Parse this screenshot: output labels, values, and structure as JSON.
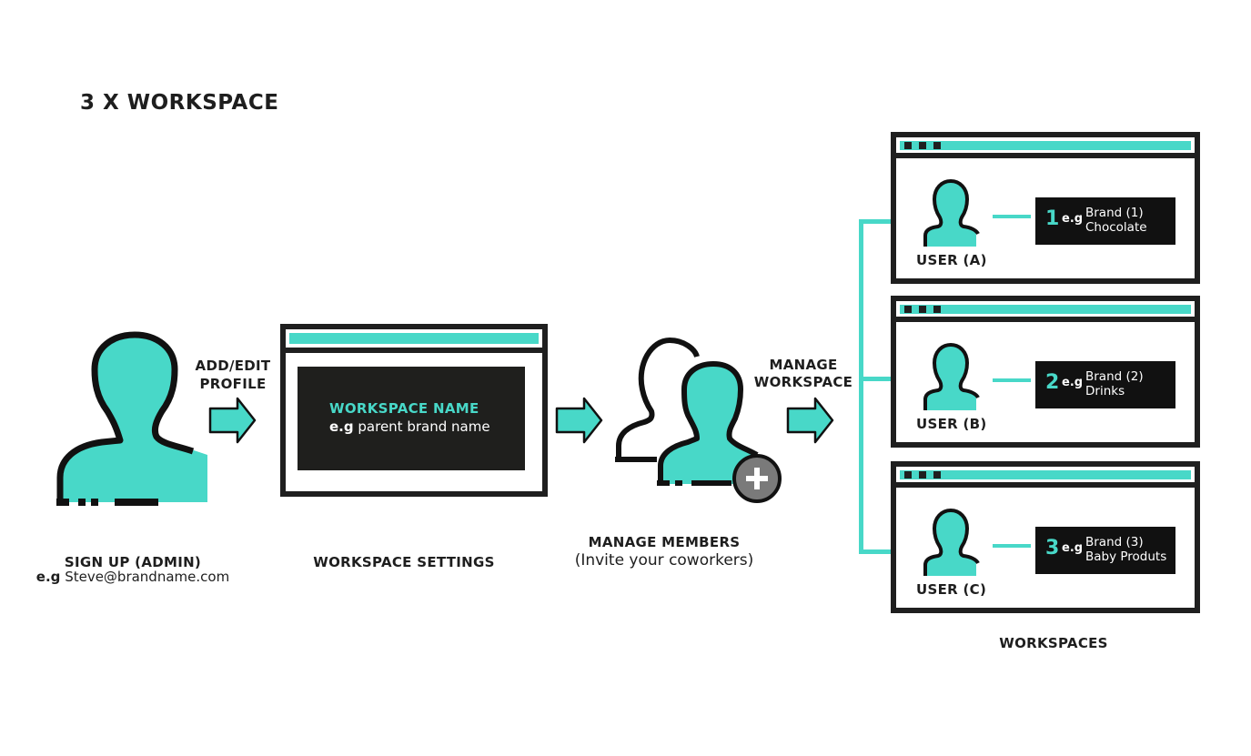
{
  "title": "3 X WORKSPACE",
  "colors": {
    "accent": "#48d8c8",
    "dark": "#1f1f1f",
    "grey_badge": "#7a7a7a"
  },
  "steps": {
    "signup": {
      "label": "SIGN UP (ADMIN)",
      "eg_prefix": "e.g",
      "eg_value": "Steve@brandname.com",
      "icon": "user-icon"
    },
    "arrow1_label": {
      "line1": "ADD/EDIT",
      "line2": "PROFILE"
    },
    "settings": {
      "label": "WORKSPACE SETTINGS",
      "name_heading": "WORKSPACE NAME",
      "eg_prefix": "e.g",
      "eg_value": "parent brand name",
      "icon": "browser-window-icon"
    },
    "members": {
      "label": "MANAGE MEMBERS",
      "sub": "(Invite your coworkers)",
      "icon": "add-user-group-icon"
    },
    "arrow3_label": {
      "line1": "MANAGE",
      "line2": "WORKSPACE"
    }
  },
  "workspaces": {
    "label": "WORKSPACES",
    "items": [
      {
        "user": "USER (A)",
        "number": "1",
        "eg": "e.g",
        "brand": "Brand (1)",
        "product": "Chocolate"
      },
      {
        "user": "USER (B)",
        "number": "2",
        "eg": "e.g",
        "brand": "Brand (2)",
        "product": "Drinks"
      },
      {
        "user": "USER (C)",
        "number": "3",
        "eg": "e.g",
        "brand": "Brand (3)",
        "product": "Baby Produts"
      }
    ]
  }
}
